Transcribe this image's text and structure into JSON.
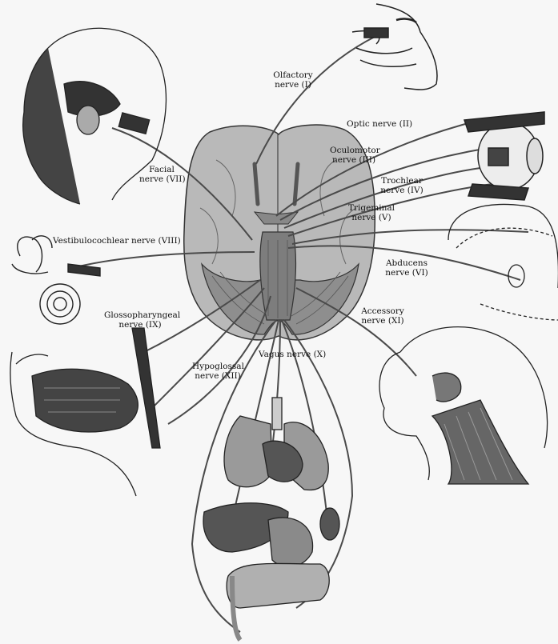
{
  "labels": {
    "olfactory_1": "Olfactory",
    "olfactory_2": "nerve (I)",
    "optic": "Optic nerve (II)",
    "oculomotor_1": "Oculomotor",
    "oculomotor_2": "nerve (III)",
    "trochlear_1": "Trochlear",
    "trochlear_2": "nerve (IV)",
    "trigeminal_1": "Trigeminal",
    "trigeminal_2": "nerve (V)",
    "abducens_1": "Abducens",
    "abducens_2": "nerve (VI)",
    "facial_1": "Facial",
    "facial_2": "nerve (VII)",
    "vestibulocochlear": "Vestibulocochlear nerve (VIII)",
    "glossopharyngeal_1": "Glossopharyngeal",
    "glossopharyngeal_2": "nerve (IX)",
    "vagus": "Vagus nerve (X)",
    "accessory_1": "Accessory",
    "accessory_2": "nerve (XI)",
    "hypoglossal_1": "Hypoglossal",
    "hypoglossal_2": "nerve (XII)"
  },
  "colors": {
    "background": "#f7f7f7",
    "brain": "#b9b9b9",
    "nerve": "#4a4a4a",
    "organ_dark": "#555555",
    "organ_light": "#9a9a9a"
  }
}
